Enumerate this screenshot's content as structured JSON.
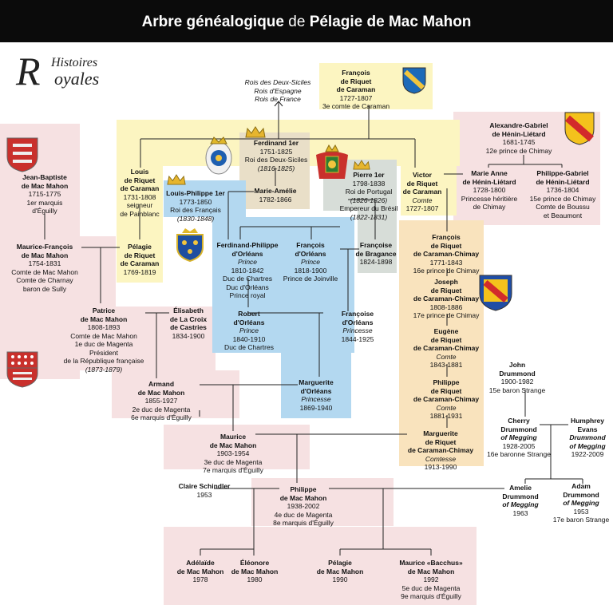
{
  "header": {
    "title_prefix": "Arbre généalogique",
    "title_connector": "de",
    "title_name": "Pélagie de Mac Mahon"
  },
  "logo": {
    "cap": "R",
    "line1": "Histoires",
    "line2": "oyales"
  },
  "note": [
    "Rois des Deux-Siciles",
    "Rois d'Espagne",
    "Rois de France"
  ],
  "people": {
    "francois_caraman": {
      "name": [
        "François",
        "de Riquet",
        "de Caraman"
      ],
      "lines": [
        "1727-1807",
        "3e comte de Caraman"
      ]
    },
    "alexandre_gabriel": {
      "name": [
        "Alexandre-Gabriel",
        "de Hénin-Liétard"
      ],
      "lines": [
        "1681-1745",
        "12e prince de Chimay"
      ]
    },
    "ferdinand": {
      "name": [
        "Ferdinand 1er"
      ],
      "lines": [
        "1751-1825",
        "Roi des Deux-Siciles"
      ],
      "ital": [
        "(1816-1825)"
      ]
    },
    "marie_amelie": {
      "name": [
        "Marie-Amélie"
      ],
      "lines": [
        "1782-1866"
      ]
    },
    "louis_caraman": {
      "name": [
        "Louis",
        "de Riquet",
        "de Caraman"
      ],
      "lines": [
        "1731-1808",
        "seigneur",
        "de Painblanc"
      ]
    },
    "jean_baptiste": {
      "name": [
        "Jean-Baptiste",
        "de Mac Mahon"
      ],
      "lines": [
        "1715-1775",
        "1er marquis",
        "d'Éguilly"
      ]
    },
    "louis_philippe": {
      "name": [
        "Louis-Philippe 1er"
      ],
      "lines": [
        "1773-1850",
        "Roi des Français"
      ],
      "ital": [
        "(1830-1848)"
      ]
    },
    "pierre": {
      "name": [
        "Pierre 1er"
      ],
      "lines": [
        "1798-1838",
        "Roi de Portugal"
      ],
      "ital": [
        "(1826-1826)"
      ],
      "lines2": [
        "Empereur du Brésil"
      ],
      "ital2": [
        "(1822-1831)"
      ]
    },
    "victor": {
      "name": [
        "Victor",
        "de Riquet",
        "de Caraman"
      ],
      "ital": [
        "Comte"
      ],
      "lines2": [
        "1727-1807"
      ]
    },
    "marie_anne": {
      "name": [
        "Marie Anne",
        "de Hénin-Liétard"
      ],
      "lines": [
        "1728-1800",
        "Princesse héritière",
        "de Chimay"
      ]
    },
    "philippe_gabriel": {
      "name": [
        "Philippe-Gabriel",
        "de Hénin-Liétard"
      ],
      "lines": [
        "1736-1804",
        "15e prince de Chimay",
        "Comte de Boussu",
        "et Beaumont"
      ]
    },
    "maurice_francois": {
      "name": [
        "Maurice-François",
        "de Mac Mahon"
      ],
      "lines": [
        "1754-1831",
        "Comte de Mac Mahon",
        "Comte de Charnay",
        "baron de Sully"
      ]
    },
    "pelagie_caraman": {
      "name": [
        "Pélagie",
        "de Riquet",
        "de Caraman"
      ],
      "lines": [
        "1769-1819"
      ]
    },
    "ferdinand_philippe": {
      "name": [
        "Ferdinand-Philippe",
        "d'Orléans"
      ],
      "ital": [
        "Prince"
      ],
      "lines2": [
        "1810-1842",
        "Duc de Chartres",
        "Duc d'Orléans",
        "Prince royal"
      ]
    },
    "francois_orleans": {
      "name": [
        "François",
        "d'Orléans"
      ],
      "ital": [
        "Prince"
      ],
      "lines2": [
        "1818-1900",
        "Prince de Joinville"
      ]
    },
    "francoise_bragance": {
      "name": [
        "Françoise",
        "de Bragance"
      ],
      "lines": [
        "1824-1898"
      ]
    },
    "francois_chimay": {
      "name": [
        "François",
        "de Riquet",
        "de Caraman-Chimay"
      ],
      "lines": [
        "1771-1843",
        "16e prince de Chimay"
      ]
    },
    "patrice": {
      "name": [
        "Patrice",
        "de Mac Mahon"
      ],
      "lines": [
        "1808-1893",
        "Comte de Mac Mahon",
        "1e duc de Magenta",
        "Président",
        "de la République française"
      ],
      "ital2": [
        "(1873-1879)"
      ]
    },
    "elisabeth": {
      "name": [
        "Élisabeth",
        "de La Croix",
        "de Castries"
      ],
      "lines": [
        "1834-1900"
      ]
    },
    "robert": {
      "name": [
        "Robert",
        "d'Orléans"
      ],
      "ital": [
        "Prince"
      ],
      "lines2": [
        "1840-1910",
        "Duc de Chartres"
      ]
    },
    "francoise_orleans": {
      "name": [
        "Françoise",
        "d'Orléans"
      ],
      "ital": [
        "Princesse"
      ],
      "lines2": [
        "1844-1925"
      ]
    },
    "joseph": {
      "name": [
        "Joseph",
        "de Riquet",
        "de Caraman-Chimay"
      ],
      "lines": [
        "1808-1886",
        "17e prince de Chimay"
      ]
    },
    "eugene": {
      "name": [
        "Eugène",
        "de Riquet",
        "de Caraman-Chimay"
      ],
      "ital": [
        "Comte"
      ],
      "lines2": [
        "1843-1881"
      ]
    },
    "armand": {
      "name": [
        "Armand",
        "de Mac Mahon"
      ],
      "lines": [
        "1855-1927",
        "2e duc de Magenta",
        "6e marquis d'Éguilly"
      ]
    },
    "marguerite_orleans": {
      "name": [
        "Marguerite",
        "d'Orléans"
      ],
      "ital": [
        "Princesse"
      ],
      "lines2": [
        "1869-1940"
      ]
    },
    "john": {
      "name": [
        "John",
        "Drummond"
      ],
      "lines": [
        "1900-1982",
        "15e baron Strange"
      ]
    },
    "philippe_chimay": {
      "name": [
        "Philippe",
        "de Riquet",
        "de Caraman-Chimay"
      ],
      "ital": [
        "Comte"
      ],
      "lines2": [
        "1881-1931"
      ]
    },
    "cherry": {
      "name": [
        "Cherry",
        "Drummond"
      ],
      "nameital": [
        "of Megging"
      ],
      "lines": [
        "1928-2005",
        "16e baronne Strange"
      ]
    },
    "humphrey": {
      "name": [
        "Humphrey",
        "Evans"
      ],
      "nameital": [
        "Drummond",
        "of Megging"
      ],
      "lines": [
        "1922-2009"
      ]
    },
    "maurice": {
      "name": [
        "Maurice",
        "de Mac Mahon"
      ],
      "lines": [
        "1903-1954",
        "3e duc de Magenta",
        "7e marquis d'Éguilly"
      ]
    },
    "marguerite_chimay": {
      "name": [
        "Marguerite",
        "de Riquet",
        "de Caraman-Chimay"
      ],
      "ital": [
        "Comtesse"
      ],
      "lines2": [
        "1913-1990"
      ]
    },
    "claire": {
      "name": [
        "Claire Schindler"
      ],
      "lines": [
        "1953"
      ]
    },
    "philippe": {
      "name": [
        "Philippe",
        "de Mac Mahon"
      ],
      "lines": [
        "1938-2002",
        "4e duc de Magenta",
        "8e marquis d'Éguilly"
      ]
    },
    "amelie": {
      "name": [
        "Amelie",
        "Drummond"
      ],
      "nameital": [
        "of Megging"
      ],
      "lines": [
        "1963"
      ]
    },
    "adam": {
      "name": [
        "Adam",
        "Drummond"
      ],
      "nameital": [
        "of Megging"
      ],
      "lines": [
        "1953",
        "17e baron Strange"
      ]
    },
    "adelaide": {
      "name": [
        "Adélaïde",
        "de Mac Mahon"
      ],
      "lines": [
        "1978"
      ]
    },
    "eleonore": {
      "name": [
        "Éléonore",
        "de Mac Mahon"
      ],
      "lines": [
        "1980"
      ]
    },
    "pelagie": {
      "name": [
        "Pélagie",
        "de Mac Mahon"
      ],
      "lines": [
        "1990"
      ]
    },
    "maurice_bacchus": {
      "name": [
        "Maurice «Bacchus»",
        "de Mac Mahon"
      ],
      "lines": [
        "1992",
        "5e duc de Magenta",
        "9e marquis d'Éguilly"
      ]
    }
  },
  "colors": {
    "pink": "#f6e1e2",
    "yellow": "#fcf5c1",
    "tan": "#e9dfc8",
    "blue": "#b3d8f0",
    "gray": "#d7ddd8",
    "orange": "#f9e3bd"
  }
}
